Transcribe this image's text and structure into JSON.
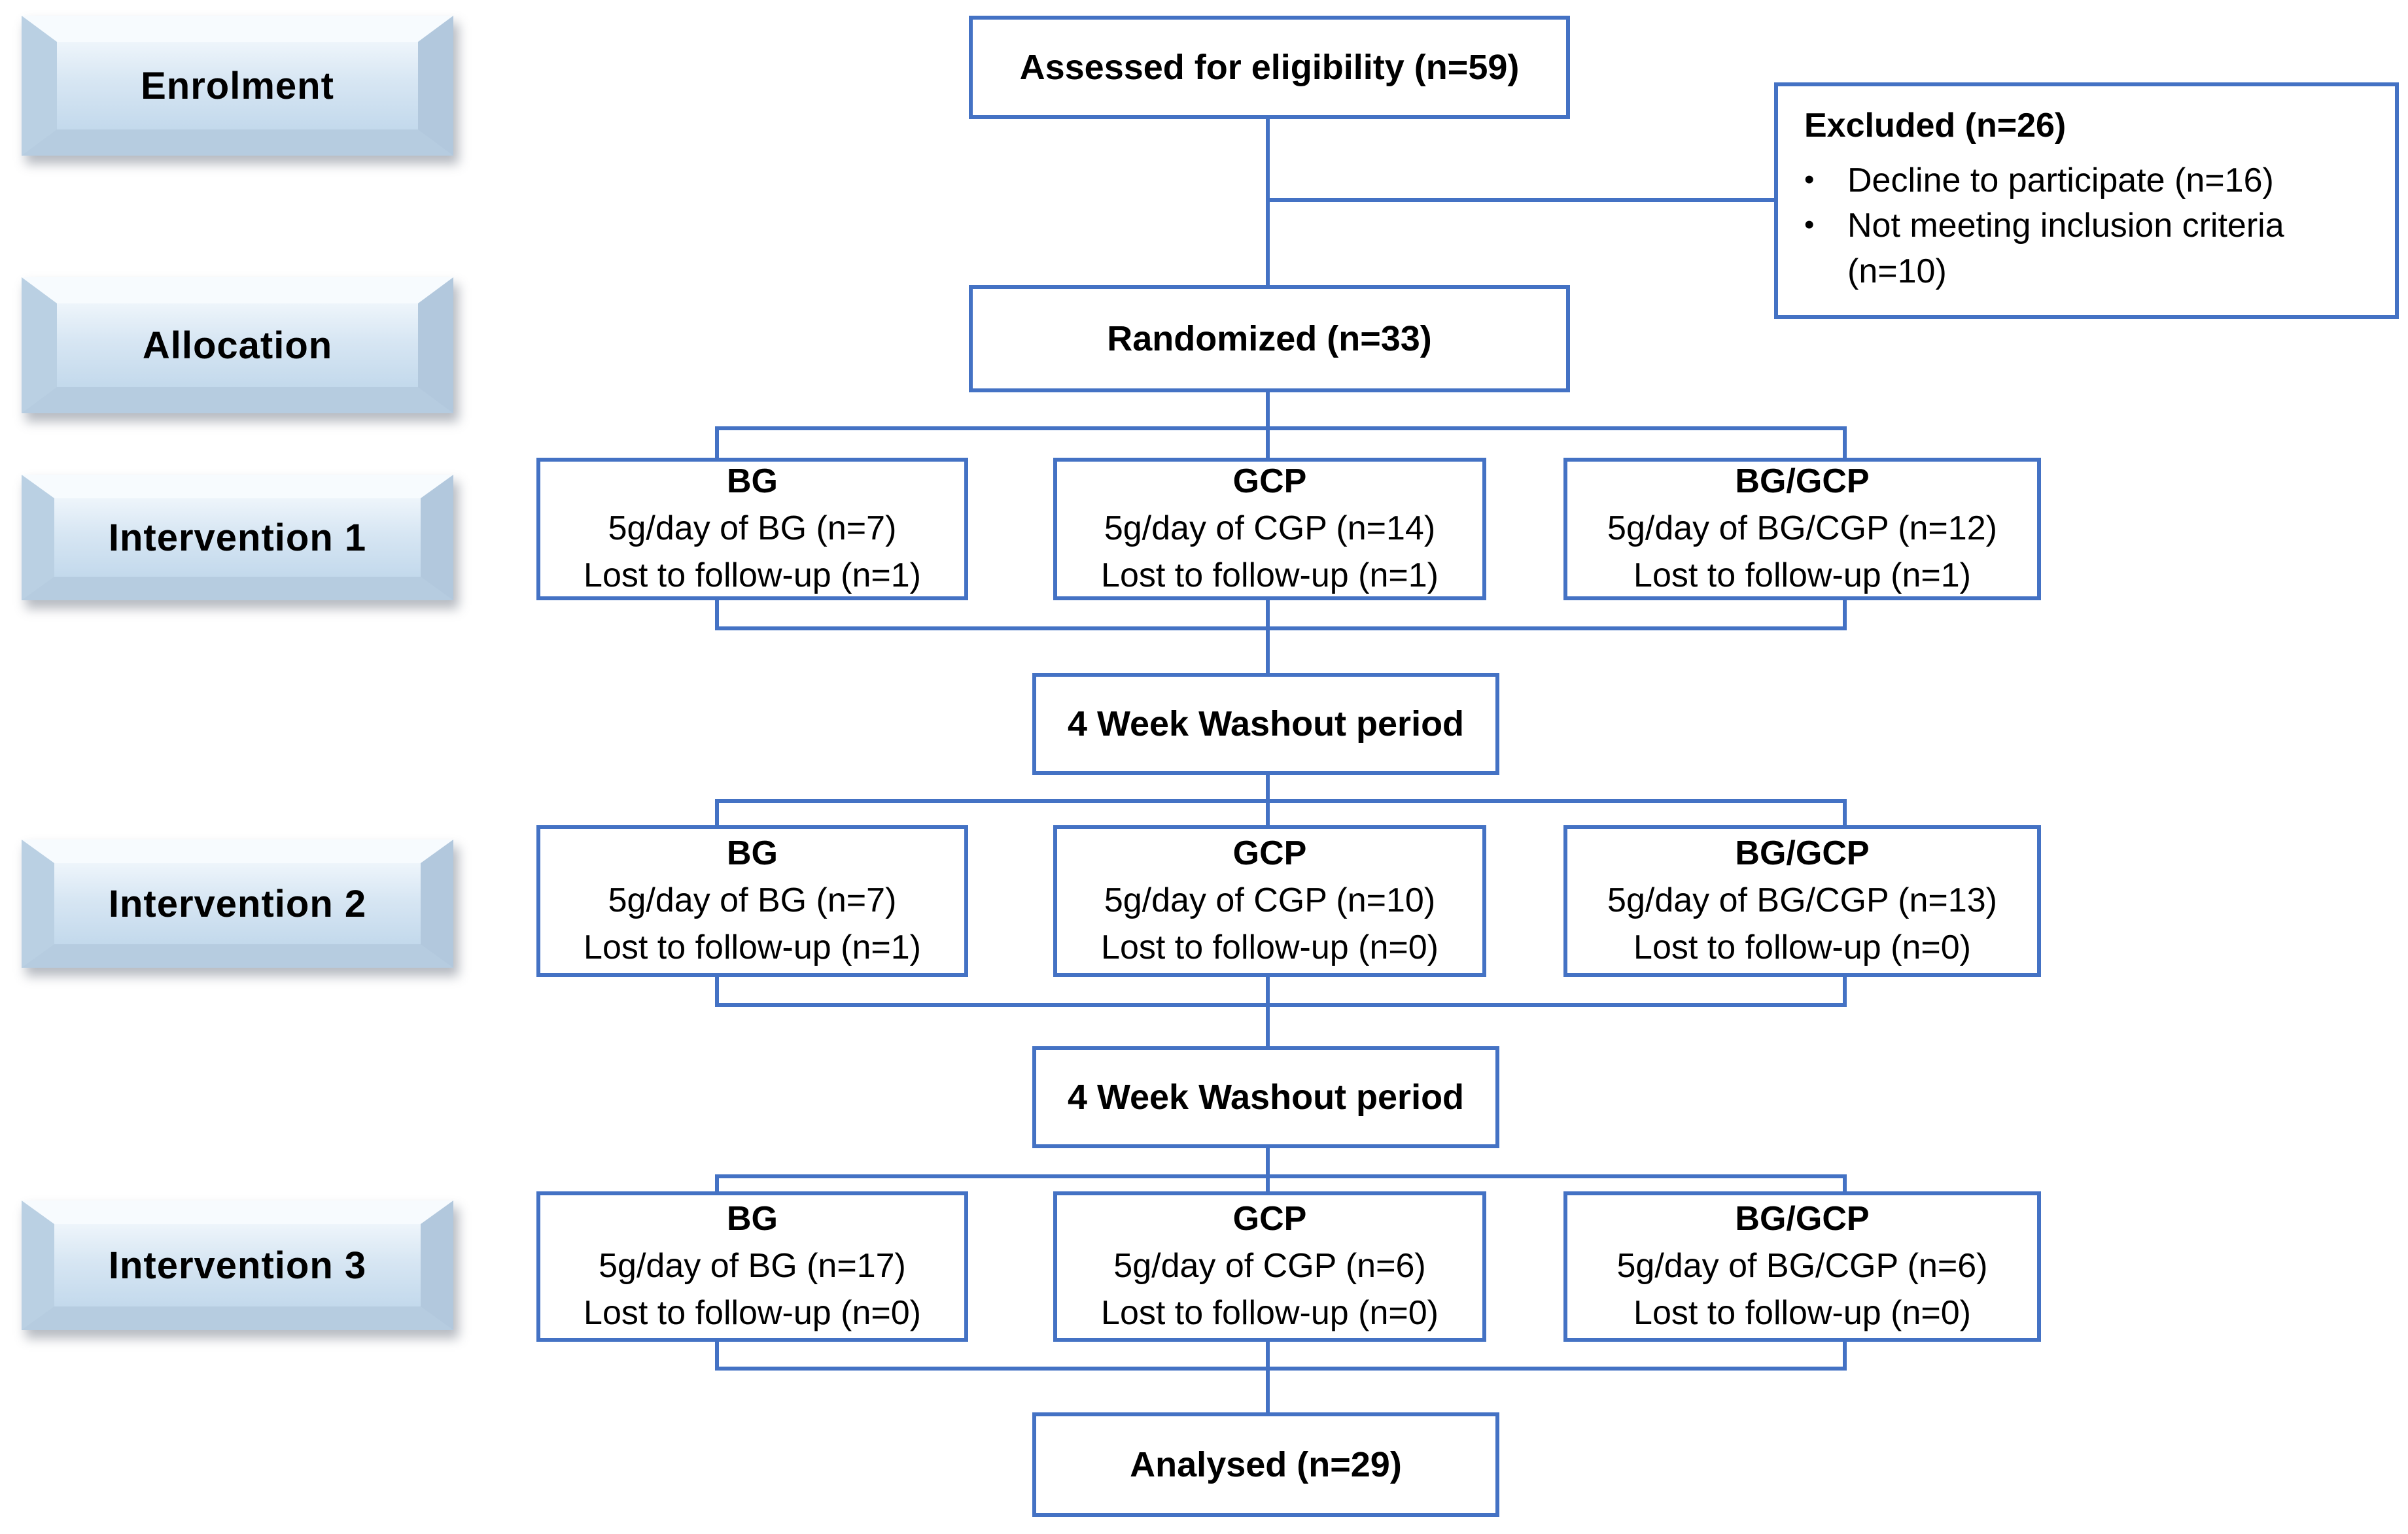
{
  "stages": [
    {
      "label": "Enrolment"
    },
    {
      "label": "Allocation"
    },
    {
      "label": "Intervention 1"
    },
    {
      "label": "Intervention 2"
    },
    {
      "label": "Intervention 3"
    }
  ],
  "flow": {
    "assessed": "Assessed for eligibility (n=59)",
    "randomized": "Randomized (n=33)",
    "washout1": "4 Week Washout period",
    "washout2": "4 Week Washout period",
    "analysed": "Analysed (n=29)"
  },
  "excluded": {
    "title": "Excluded (n=26)",
    "bullet_glyph": "•",
    "items": [
      "Decline to participate (n=16)",
      "Not meeting inclusion criteria (n=10)"
    ]
  },
  "rows": [
    {
      "name": "Intervention 1",
      "boxes": [
        {
          "title": "BG",
          "line1": "5g/day of BG (n=7)",
          "line2": "Lost to follow-up (n=1)"
        },
        {
          "title": "GCP",
          "line1": "5g/day of CGP (n=14)",
          "line2": "Lost to follow-up (n=1)"
        },
        {
          "title": "BG/GCP",
          "line1": "5g/day of BG/CGP (n=12)",
          "line2": "Lost to follow-up (n=1)"
        }
      ]
    },
    {
      "name": "Intervention 2",
      "boxes": [
        {
          "title": "BG",
          "line1": "5g/day of BG (n=7)",
          "line2": "Lost to follow-up (n=1)"
        },
        {
          "title": "GCP",
          "line1": "5g/day of CGP (n=10)",
          "line2": "Lost to follow-up (n=0)"
        },
        {
          "title": "BG/GCP",
          "line1": "5g/day of BG/CGP (n=13)",
          "line2": "Lost to follow-up (n=0)"
        }
      ]
    },
    {
      "name": "Intervention 3",
      "boxes": [
        {
          "title": "BG",
          "line1": "5g/day of BG (n=17)",
          "line2": "Lost to follow-up (n=0)"
        },
        {
          "title": "GCP",
          "line1": "5g/day of CGP (n=6)",
          "line2": "Lost to follow-up (n=0)"
        },
        {
          "title": "BG/GCP",
          "line1": "5g/day of BG/CGP (n=6)",
          "line2": "Lost to follow-up (n=0)"
        }
      ]
    }
  ],
  "colors": {
    "accent_blue": "#4472c4",
    "button_fill": "#c3d9ec",
    "text": "#000000"
  }
}
